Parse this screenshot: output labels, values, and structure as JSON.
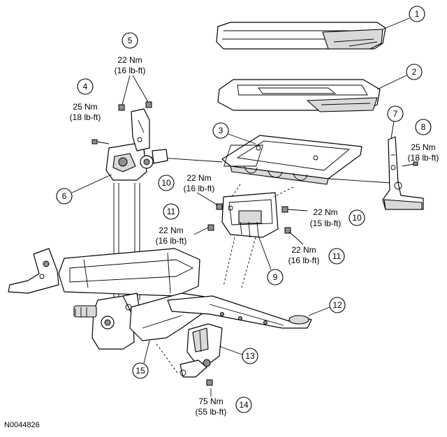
{
  "figure_id": "N0044826",
  "callouts": {
    "c1": "1",
    "c2": "2",
    "c3": "3",
    "c4": "4",
    "c5": "5",
    "c6": "6",
    "c7": "7",
    "c8": "8",
    "c9": "9",
    "c10a": "10",
    "c10b": "10",
    "c11a": "11",
    "c11b": "11",
    "c12": "12",
    "c13": "13",
    "c14": "14",
    "c15": "15"
  },
  "torque": {
    "t5": {
      "nm": "22 Nm",
      "lbft": "(16 lb-ft)"
    },
    "t4": {
      "nm": "25 Nm",
      "lbft": "(18 lb-ft)"
    },
    "t8": {
      "nm": "25 Nm",
      "lbft": "(18 lb-ft)"
    },
    "t10a": {
      "nm": "22 Nm",
      "lbft": "(16 lb-ft)"
    },
    "t10b": {
      "nm": "22 Nm",
      "lbft": "(15 lb-ft)"
    },
    "t11a": {
      "nm": "22 Nm",
      "lbft": "(16 lb-ft)"
    },
    "t11b": {
      "nm": "22 Nm",
      "lbft": "(16 lb-ft)"
    },
    "t14": {
      "nm": "75 Nm",
      "lbft": "(55 lb-ft)"
    }
  }
}
